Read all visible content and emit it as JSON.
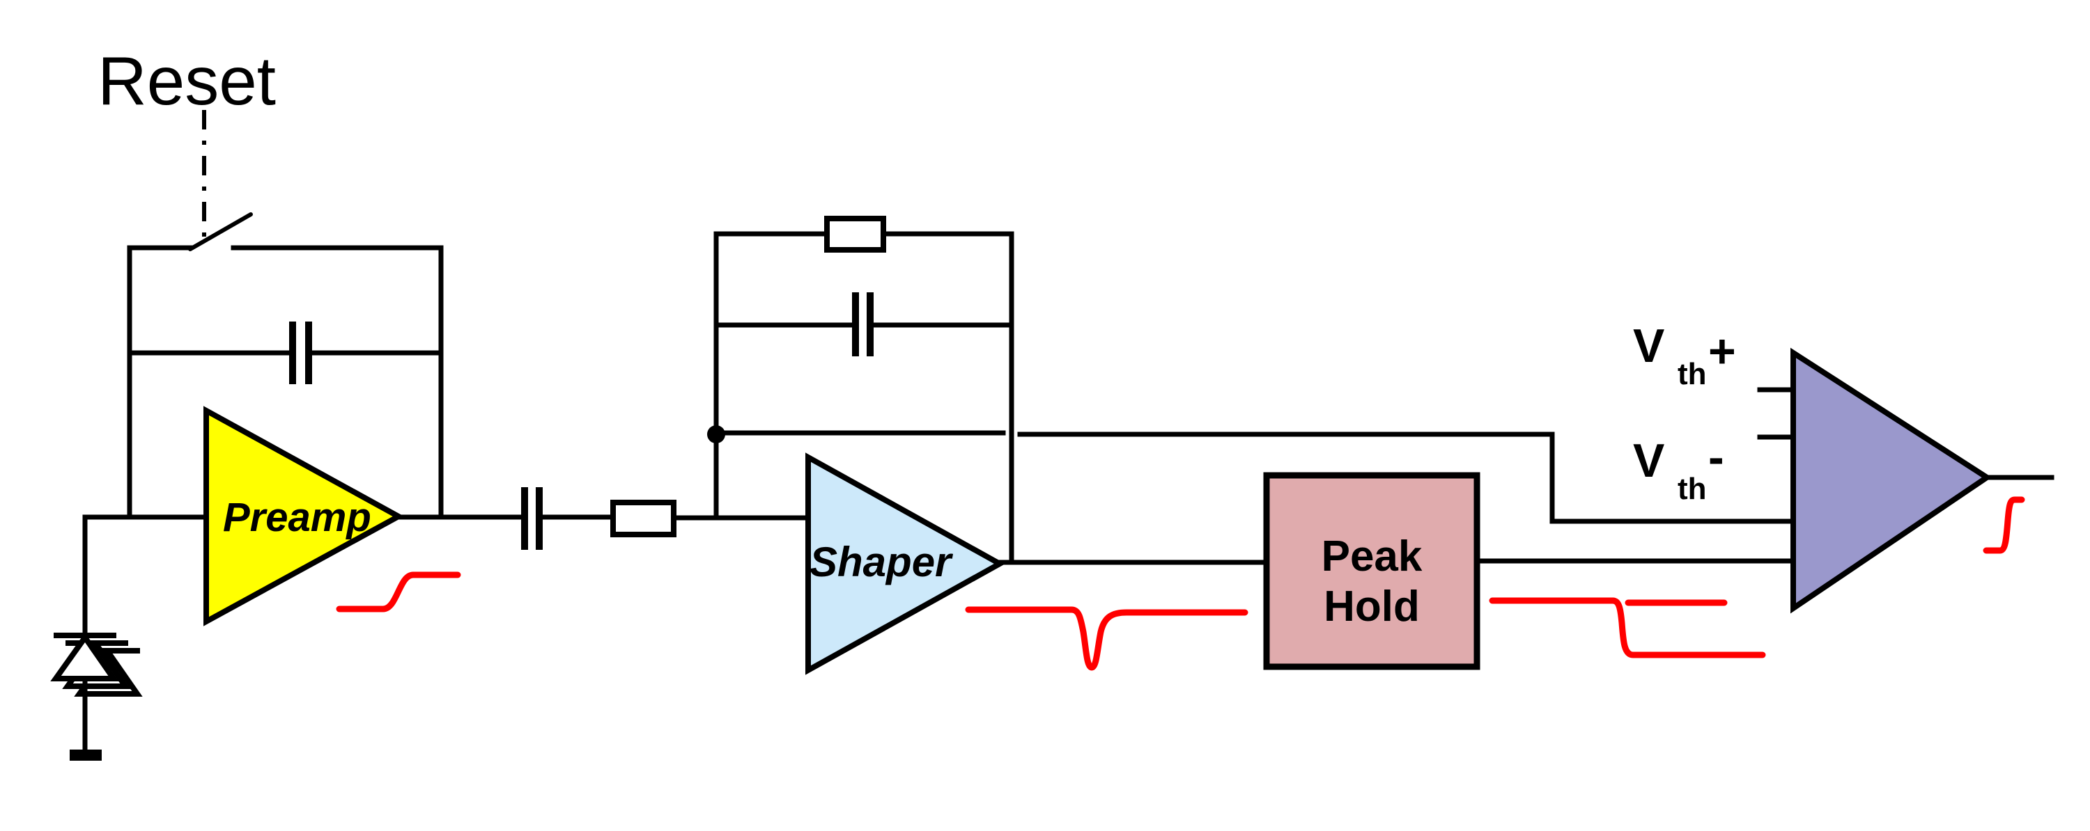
{
  "labels": {
    "reset": "Reset",
    "preamp": "Preamp",
    "shaper": "Shaper",
    "peak_hold_line1": "Peak",
    "peak_hold_line2": "Hold",
    "vth_plus": {
      "base": "V",
      "sub": "th",
      "sign": "+"
    },
    "vth_minus": {
      "base": "V",
      "sub": "th",
      "sign": "-"
    }
  },
  "colors": {
    "background": "#FFFFFF",
    "wire": "#000000",
    "preamp_fill": "#FFFF00",
    "shaper_fill": "#CDE9FA",
    "peak_hold_fill": "#E0ABAD",
    "comparator_fill": "#9A98CC",
    "resistor_fill": "#FFFFFF",
    "waveform": "#FF0000"
  },
  "waveforms": {
    "preamp_output": "step-up",
    "shaper_output": "negative-pulse",
    "peak_hold_output": "step-down-with-hold-level",
    "comparator_output": "digital-step-up"
  }
}
